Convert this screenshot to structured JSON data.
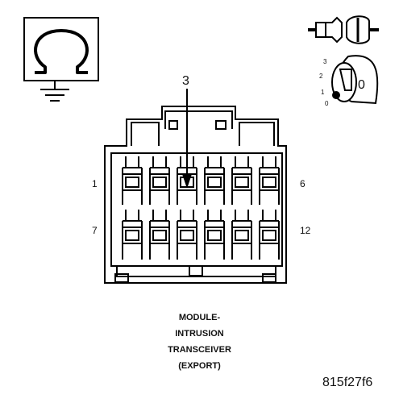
{
  "pins": {
    "callout": "3",
    "left_top": "1",
    "right_top": "6",
    "left_bottom": "7",
    "right_bottom": "12"
  },
  "ignition": {
    "pos3": "3",
    "pos2": "2",
    "pos1": "1",
    "pos0": "0",
    "key_label": "0"
  },
  "caption": {
    "line1": "MODULE-",
    "line2": "INTRUSION",
    "line3": "TRANSCEIVER",
    "line4": "(EXPORT)"
  },
  "figure_code": "815f27f6",
  "colors": {
    "line": "#000000",
    "background": "#ffffff"
  }
}
